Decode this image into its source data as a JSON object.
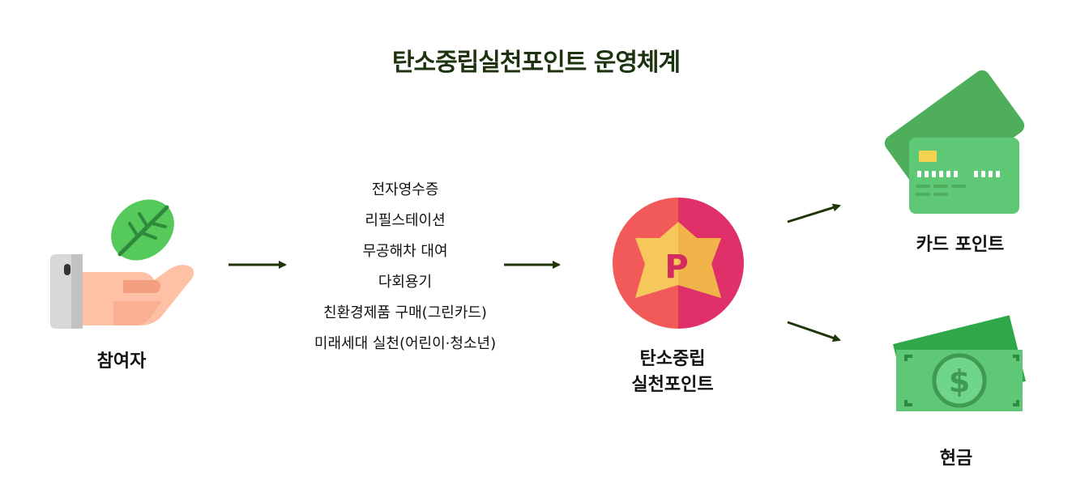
{
  "title": "탄소중립실천포인트 운영체계",
  "participant": {
    "label": "참여자"
  },
  "activities": [
    "전자영수증",
    "리필스테이션",
    "무공해차 대여",
    "다회용기",
    "친환경제품 구매(그린카드)",
    "미래세대 실천(어린이·청소년)"
  ],
  "points": {
    "label_line1": "탄소중립",
    "label_line2": "실천포인트",
    "badge_letter": "P"
  },
  "outputs": {
    "card_label": "카드 포인트",
    "cash_label": "현금"
  },
  "icons": {
    "participant": "hand-with-leaf-icon",
    "points": "point-badge-icon",
    "card": "credit-card-icon",
    "cash": "dollar-bill-icon"
  },
  "colors": {
    "title": "#1d3310",
    "arrow": "#1f360a",
    "leaf": "#4fc04a",
    "badge_left": "#f25a5a",
    "badge_right": "#e0306a",
    "star": "#f6c75a",
    "card": "#5bbf6f",
    "cash": "#3fae5a"
  }
}
